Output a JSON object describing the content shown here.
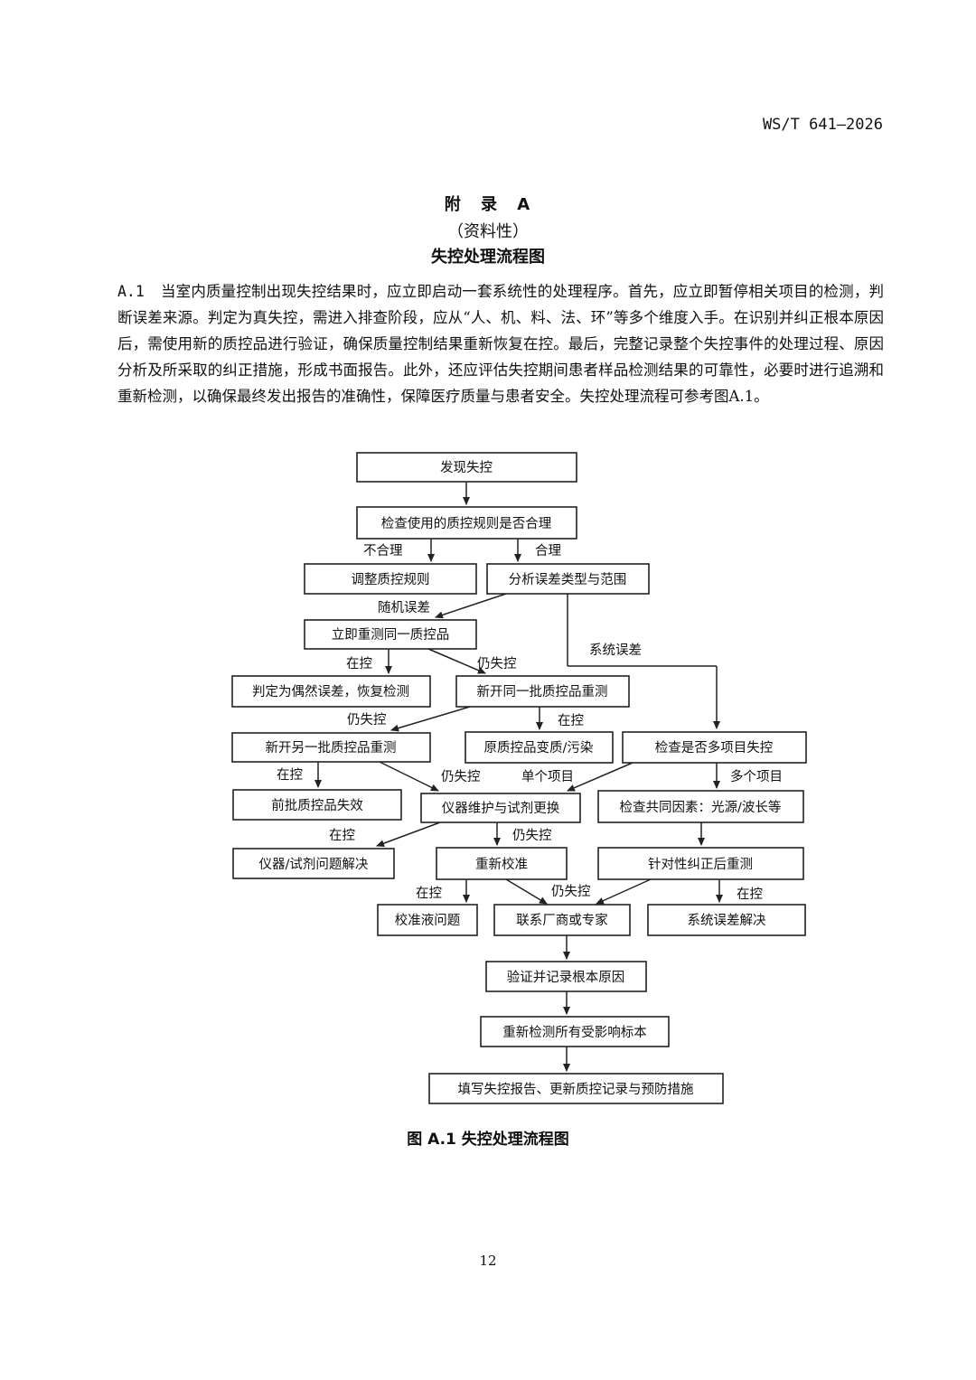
{
  "header": {
    "std_code": "WS/T 641—2026"
  },
  "appendix": {
    "title": "附 录 A",
    "subtitle": "（资料性）",
    "heading": "失控处理流程图"
  },
  "section": {
    "number": "A.1",
    "text": "当室内质量控制出现失控结果时，应立即启动一套系统性的处理程序。首先，应立即暂停相关项目的检测，判断误差来源。判定为真失控，需进入排查阶段，应从“人、机、料、法、环”等多个维度入手。在识别并纠正根本原因后，需使用新的质控品进行验证，确保质量控制结果重新恢复在控。最后，完整记录整个失控事件的处理过程、原因分析及所采取的纠正措施，形成书面报告。此外，还应评估失控期间患者样品检测结果的可靠性，必要时进行追溯和重新检测，以确保最终发出报告的准确性，保障医疗质量与患者安全。失控处理流程可参考图A.1。"
  },
  "flowchart": {
    "nodes": {
      "n1": "发现失控",
      "n2": "检查使用的质控规则是否合理",
      "n3": "调整质控规则",
      "n4": "分析误差类型与范围",
      "n5": "立即重测同一质控品",
      "n6": "判定为偶然误差，恢复检测",
      "n7": "新开同一批质控品重测",
      "n8": "新开另一批质控品重测",
      "n9": "原质控品变质/污染",
      "n10": "检查是否多项目失控",
      "n11": "前批质控品失效",
      "n12": "仪器维护与试剂更换",
      "n13": "检查共同因素：光源/波长等",
      "n14": "仪器/试剂问题解决",
      "n15": "重新校准",
      "n16": "针对性纠正后重测",
      "n17": "校准液问题",
      "n18": "联系厂商或专家",
      "n19": "系统误差解决",
      "n20": "验证并记录根本原因",
      "n21": "重新检测所有受影响标本",
      "n22": "填写失控报告、更新质控记录与预防措施"
    },
    "labels": {
      "unreasonable": "不合理",
      "reasonable": "合理",
      "random_error": "随机误差",
      "systematic_error": "系统误差",
      "in_control": "在控",
      "still_out": "仍失控",
      "single_item": "单个项目",
      "multiple_items": "多个项目"
    }
  },
  "caption": "图 A.1 失控处理流程图",
  "page_number": "12"
}
